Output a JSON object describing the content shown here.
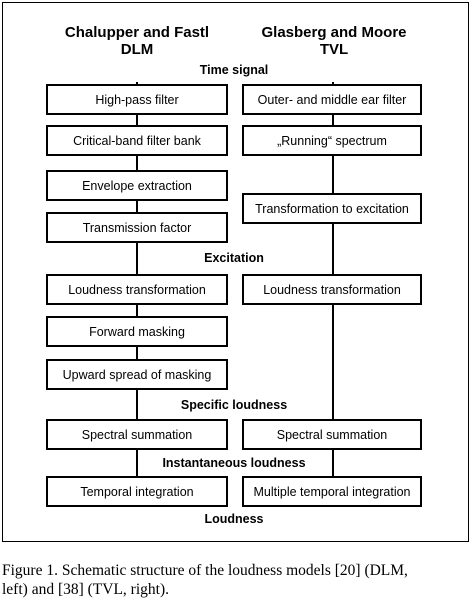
{
  "headers": {
    "left_line1": "Chalupper and Fastl",
    "left_line2": "DLM",
    "right_line1": "Glasberg and Moore",
    "right_line2": "TVL"
  },
  "stages": {
    "time_signal": "Time signal",
    "excitation": "Excitation",
    "specific_loudness": "Specific loudness",
    "instantaneous_loudness": "Instantaneous  loudness",
    "loudness": "Loudness"
  },
  "left_boxes": [
    "High-pass filter",
    "Critical-band filter bank",
    "Envelope extraction",
    "Transmission factor",
    "Loudness transformation",
    "Forward masking",
    "Upward spread of masking",
    "Spectral summation",
    "Temporal integration"
  ],
  "right_boxes": [
    "Outer- and middle ear filter",
    "„Running“ spectrum",
    "Transformation to excitation",
    "Loudness transformation",
    "Spectral summation",
    "Multiple temporal integration"
  ],
  "caption": {
    "line1": "Figure 1. Schematic structure of the loudness models [20] (DLM,",
    "line2": "left) and [38] (TVL, right)."
  }
}
